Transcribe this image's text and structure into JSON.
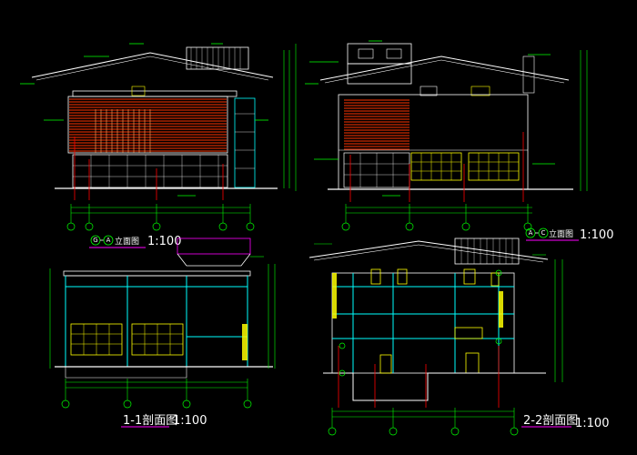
{
  "drawings": {
    "elevation_a_g": {
      "grid_from": "G",
      "grid_to": "A",
      "suffix": "立面图",
      "scale": "1:100"
    },
    "elevation_a_c": {
      "grid_from": "A",
      "grid_to": "C",
      "suffix": "立面图",
      "scale": "1:100"
    },
    "section_1_1": {
      "title": "1-1剖面图",
      "scale": "1:100"
    },
    "section_2_2": {
      "title": "2-2剖面图",
      "scale": "1:100"
    }
  },
  "colors": {
    "background": "#000000",
    "outline": "#ffffff",
    "roof_stripes": "#ff3300",
    "leader_lines": "#ff0000",
    "windows": "#ffff00",
    "frames": "#00ffff",
    "dimensions": "#00ff00",
    "title_underline": "#ff00ff",
    "grid_circles": "#00ff00"
  }
}
